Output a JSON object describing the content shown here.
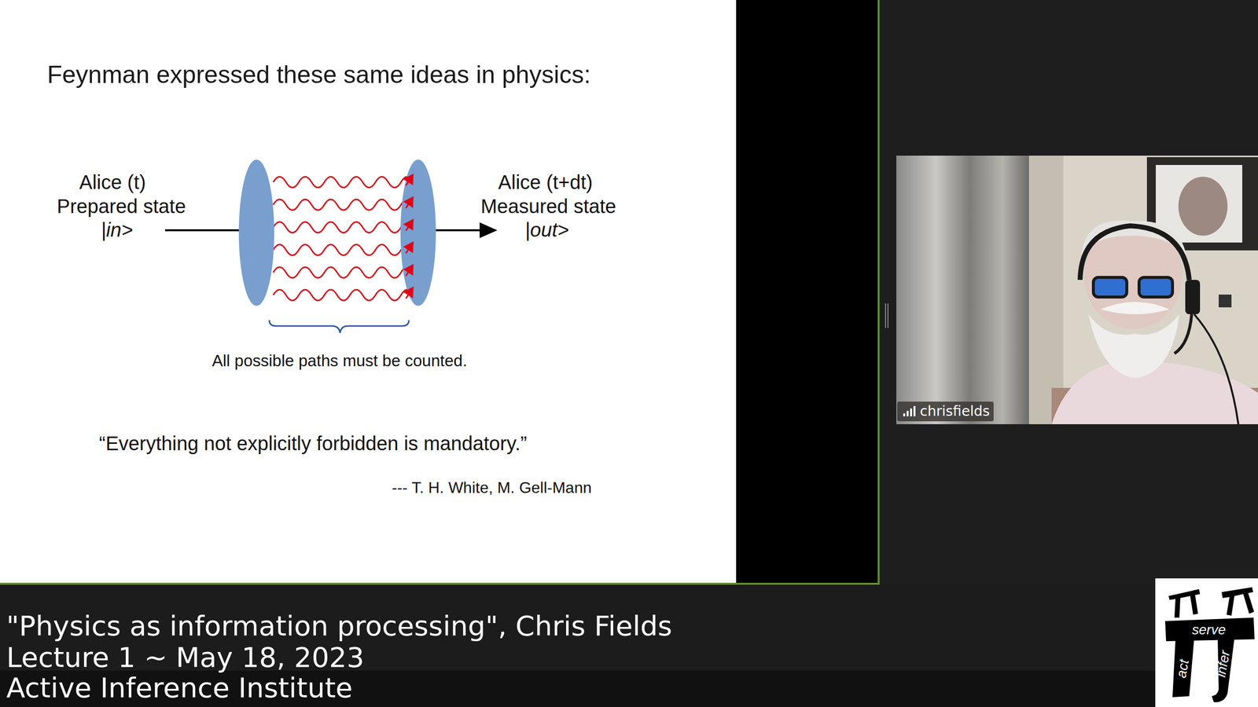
{
  "diagram": {
    "title": "Feynman expressed these same ideas in physics:",
    "labels": [
      "Alice (t)",
      "Prepared state",
      "|in>",
      "Alice (t+dt)",
      "Measured state",
      "|out>",
      "All possible paths must be counted.",
      "“Everything not explicitly forbidden is mandatory.”",
      "--- T. H. White, M. Gell-Mann",
      "chrisfields",
      "\"Physics as information processing\", Chris Fields",
      "Lecture 1 ~ May 18, 2023",
      "Active Inference Institute",
      "serve",
      "act",
      "infer"
    ]
  }
}
